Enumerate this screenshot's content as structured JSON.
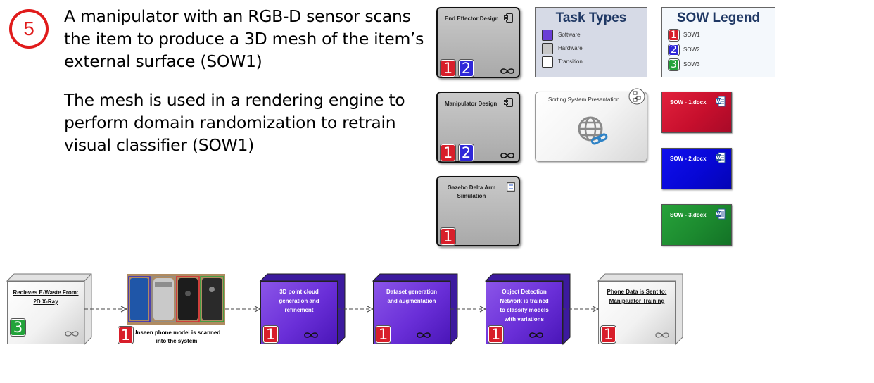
{
  "header": {
    "step_number": "5",
    "paragraph1": [
      "A manipulator with an RGB-D sensor scans",
      "the item to produce a 3D mesh of the item’s",
      "external surface (SOW1)"
    ],
    "paragraph2": [
      "The mesh is used in a rendering engine to",
      "perform domain randomization to retrain",
      "visual classifier (SOW1)"
    ]
  },
  "components": [
    {
      "title": "End Effector Design",
      "badges": [
        "1",
        "2"
      ],
      "icon": "component-icon"
    },
    {
      "title": "Manipulator Design",
      "badges": [
        "1",
        "2"
      ],
      "icon": "component-icon"
    },
    {
      "title": "Gazebo Delta Arm Simulation",
      "badges": [
        "1"
      ],
      "icon": "document-icon"
    }
  ],
  "task_types": {
    "title": "Task Types",
    "items": [
      {
        "label": "Software",
        "color": "#6a3fd6"
      },
      {
        "label": "Hardware",
        "color": "#c8c8c8"
      },
      {
        "label": "Transition",
        "color": "#ffffff"
      }
    ]
  },
  "sow_legend": {
    "title": "SOW Legend",
    "items": [
      {
        "badge": "1",
        "label": "SOW1",
        "color": "#d81e2a"
      },
      {
        "badge": "2",
        "label": "SOW2",
        "color": "#2f27d8"
      },
      {
        "badge": "3",
        "label": "SOW3",
        "color": "#22a33a"
      }
    ]
  },
  "presentation": {
    "title": "Sorting System Presentation",
    "icon": "globe-link-icon"
  },
  "documents": [
    {
      "label": "SOW - 1.docx",
      "color": "#d4152f"
    },
    {
      "label": "SOW - 2.docx",
      "color": "#0b0bd9"
    },
    {
      "label": "SOW - 3.docx",
      "color": "#1f8a2e"
    }
  ],
  "process": {
    "node1": {
      "title": [
        "Recieves E-Waste From:",
        "2D X-Ray"
      ],
      "badge": "3"
    },
    "image_node": {
      "caption": [
        "Unseen phone model is scanned",
        "into the system"
      ],
      "badge": "1"
    },
    "node2": {
      "title": [
        "3D point cloud",
        "generation and",
        "refinement"
      ],
      "badge": "1"
    },
    "node3": {
      "title": [
        "Dataset generation",
        "and augmentation"
      ],
      "badge": "1"
    },
    "node4": {
      "title": [
        "Object Detection",
        "Network is trained",
        "to classify models",
        "with variations"
      ],
      "badge": "1"
    },
    "node5": {
      "title": [
        "Phone Data is Sent to:",
        "Manipluator Training"
      ],
      "badge": "1"
    }
  }
}
